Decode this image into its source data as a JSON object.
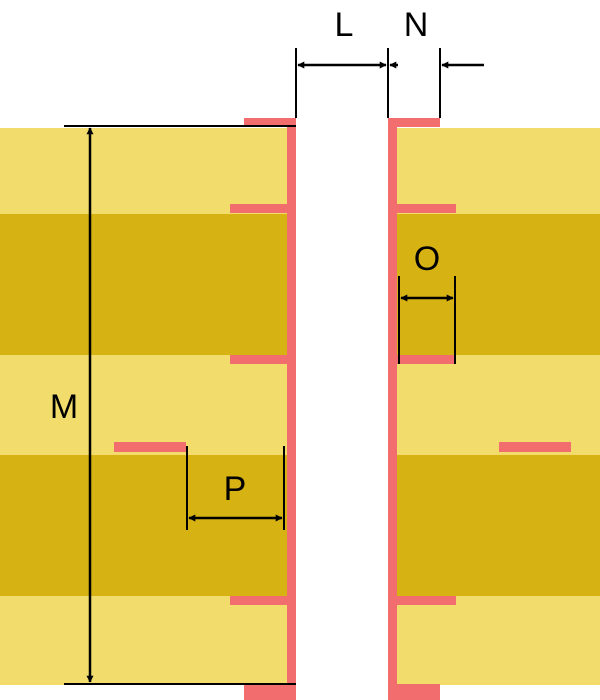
{
  "labels": {
    "L": "L",
    "N": "N",
    "M": "M",
    "O": "O",
    "P": "P"
  },
  "colors": {
    "light_layer": "#f2dd6c",
    "dark_layer": "#d6b212",
    "copper": "#f26d6d",
    "hole": "#ffffff",
    "dimension": "#000000"
  }
}
